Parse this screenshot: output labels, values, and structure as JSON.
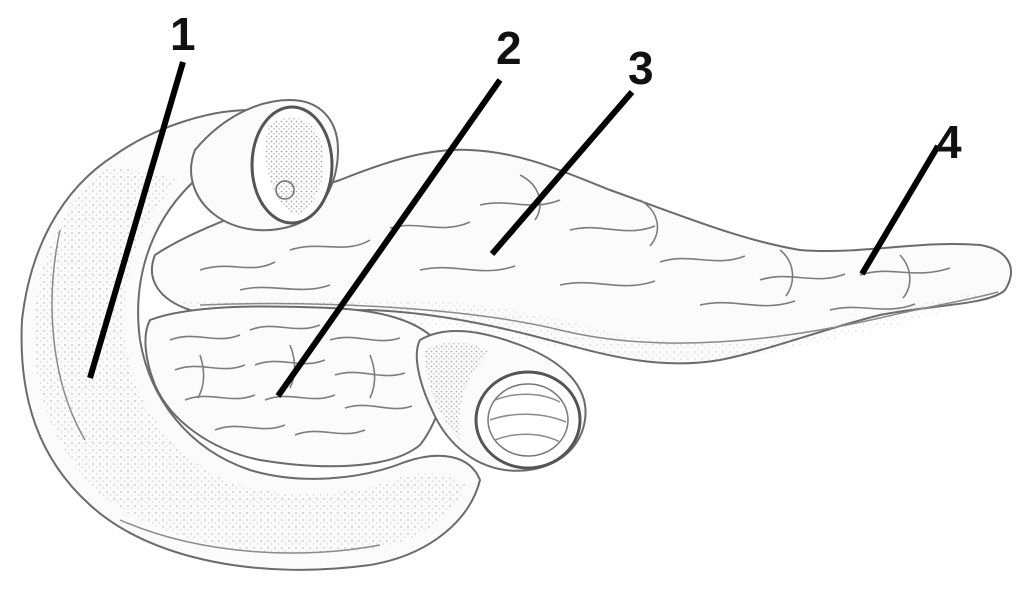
{
  "labels": [
    {
      "id": "1",
      "text": "1"
    },
    {
      "id": "2",
      "text": "2"
    },
    {
      "id": "3",
      "text": "3"
    },
    {
      "id": "4",
      "text": "4"
    }
  ],
  "colors": {
    "background": "#ffffff",
    "leader_line": "#000000",
    "label_text": "#111111",
    "organ_outline": "#6b6b6b",
    "organ_fill": "#fbfbfb"
  }
}
